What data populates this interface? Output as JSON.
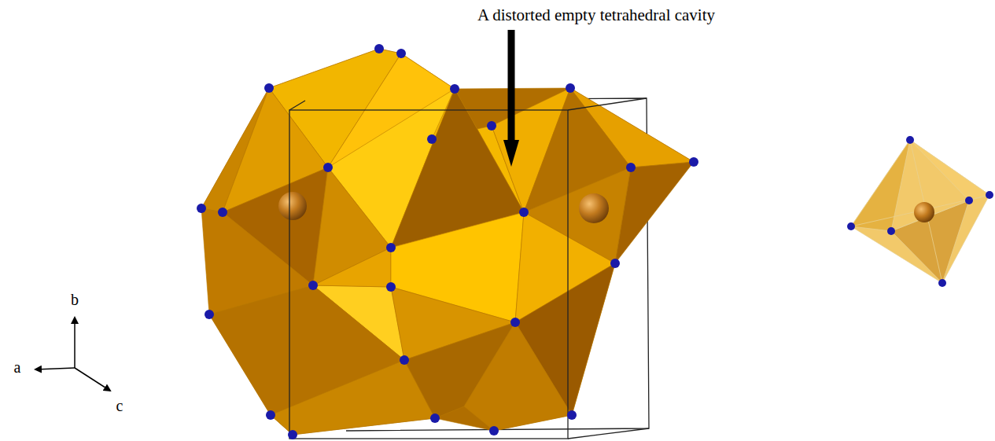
{
  "diagram": {
    "labels": [
      "A distorted empty tetrahedral cavity",
      "b",
      "a",
      "c"
    ]
  }
}
